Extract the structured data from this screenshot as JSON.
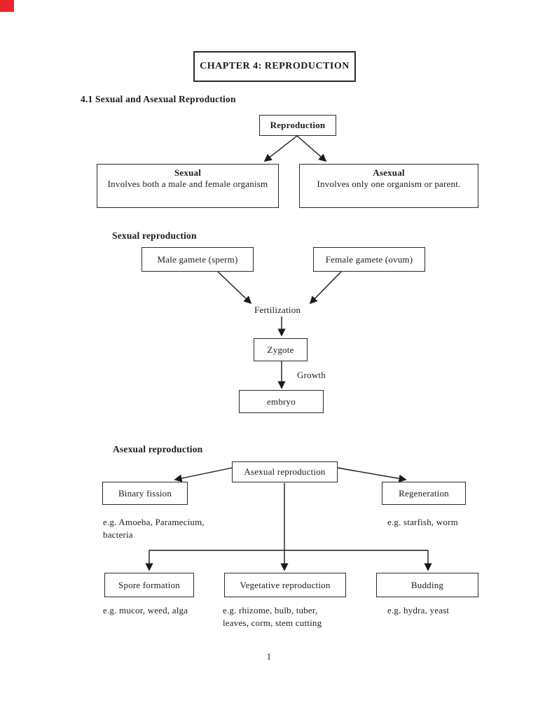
{
  "page": {
    "number": "1",
    "corner_marker_color": "#e8262d"
  },
  "chapter": {
    "title": "CHAPTER 4: REPRODUCTION"
  },
  "section": {
    "heading": "4.1 Sexual and Asexual Reproduction"
  },
  "overview_flow": {
    "root": "Reproduction",
    "sexual_title": "Sexual",
    "sexual_desc": "Involves both a male and female organism",
    "asexual_title": "Asexual",
    "asexual_desc": "Involves only one organism or parent."
  },
  "sexual_flow": {
    "heading": "Sexual reproduction",
    "male_gamete": "Male gamete (sperm)",
    "female_gamete": "Female gamete (ovum)",
    "fertilization": "Fertilization",
    "zygote": "Zygote",
    "growth_label": "Growth",
    "embryo": "embryo"
  },
  "asexual_flow": {
    "heading": "Asexual reproduction",
    "root": "Asexual reproduction",
    "binary_fission": "Binary fission",
    "binary_fission_eg": "e.g. Amoeba, Paramecium, bacteria",
    "regeneration": "Regeneration",
    "regeneration_eg": "e.g. starfish, worm",
    "spore_formation": "Spore formation",
    "spore_formation_eg": "e.g. mucor, weed, alga",
    "vegetative": "Vegetative reproduction",
    "vegetative_eg": "e.g. rhizome, bulb, tuber, leaves, corm, stem cutting",
    "budding": "Budding",
    "budding_eg": "e.g. hydra, yeast"
  }
}
